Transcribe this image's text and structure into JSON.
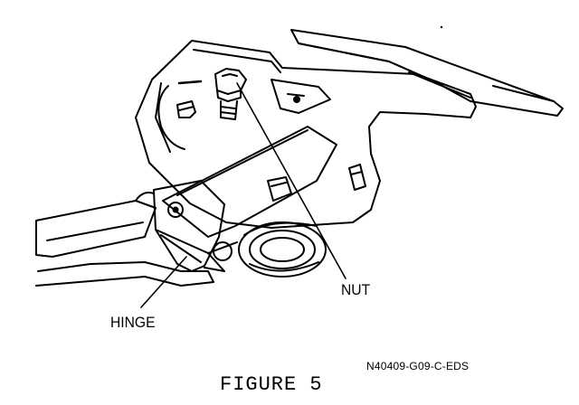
{
  "labels": {
    "nut": "NUT",
    "hinge": "HINGE",
    "drawing_code": "N40409-G09-C-EDS"
  },
  "caption": "FIGURE 5",
  "colors": {
    "ink": "#000000",
    "paper": "#ffffff"
  }
}
